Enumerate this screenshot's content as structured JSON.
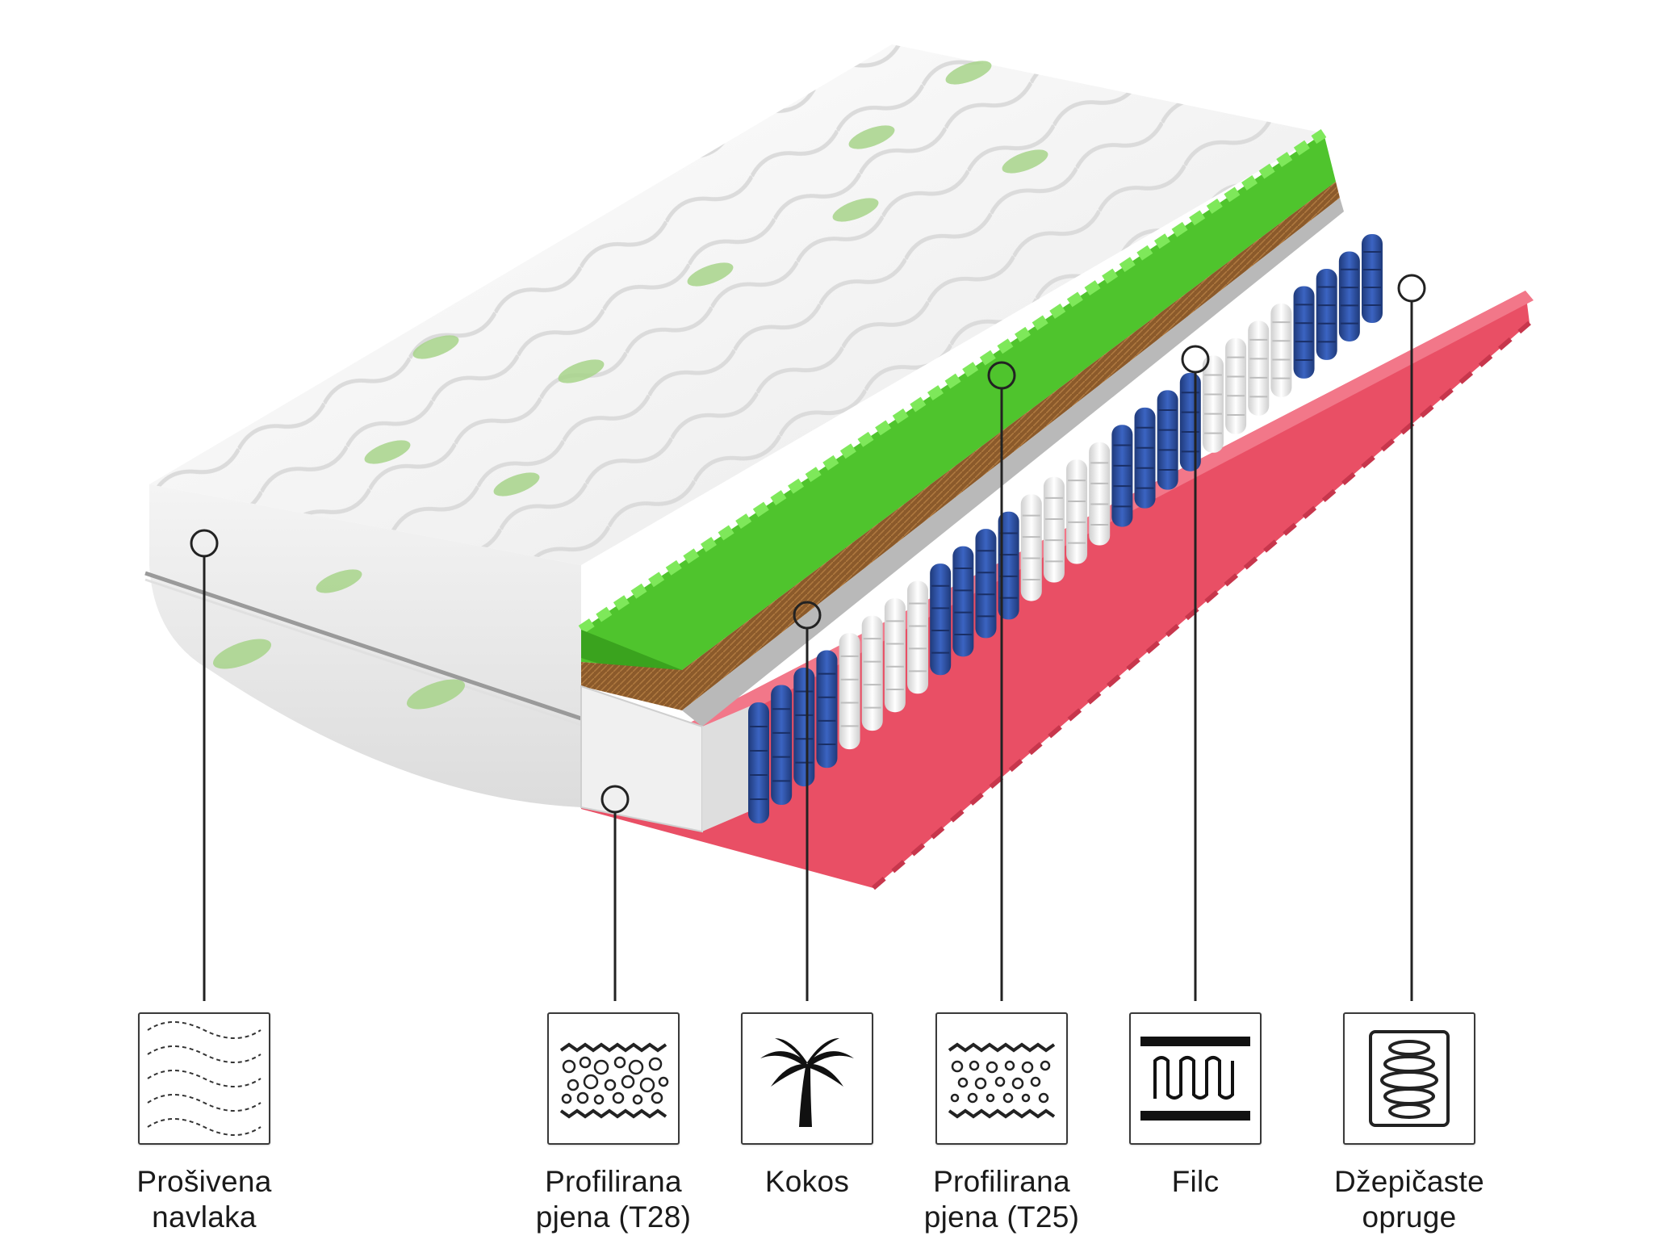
{
  "layers": [
    {
      "id": "cover",
      "line1": "Prošivena",
      "line2": "navlaka",
      "icon": "quilted-cover-icon"
    },
    {
      "id": "foam28",
      "line1": "Profilirana",
      "line2": "pjena (T28)",
      "icon": "foam-icon"
    },
    {
      "id": "kokos",
      "line1": "Kokos",
      "line2": "",
      "icon": "palm-tree-icon"
    },
    {
      "id": "foam25",
      "line1": "Profilirana",
      "line2": "pjena (T25)",
      "icon": "foam-icon"
    },
    {
      "id": "filc",
      "line1": "Filc",
      "line2": "",
      "icon": "felt-icon"
    },
    {
      "id": "springs",
      "line1": "Džepičaste",
      "line2": "opruge",
      "icon": "spring-icon"
    }
  ],
  "colors": {
    "green_foam": "#5fd43a",
    "coconut": "#8a5a2b",
    "felt": "#9a9a9a",
    "blue_springs": "#2f4f9f",
    "white_springs": "#f4f4f4",
    "pink_foam": "#ee5a6e",
    "cover": "#f7f7f7"
  }
}
